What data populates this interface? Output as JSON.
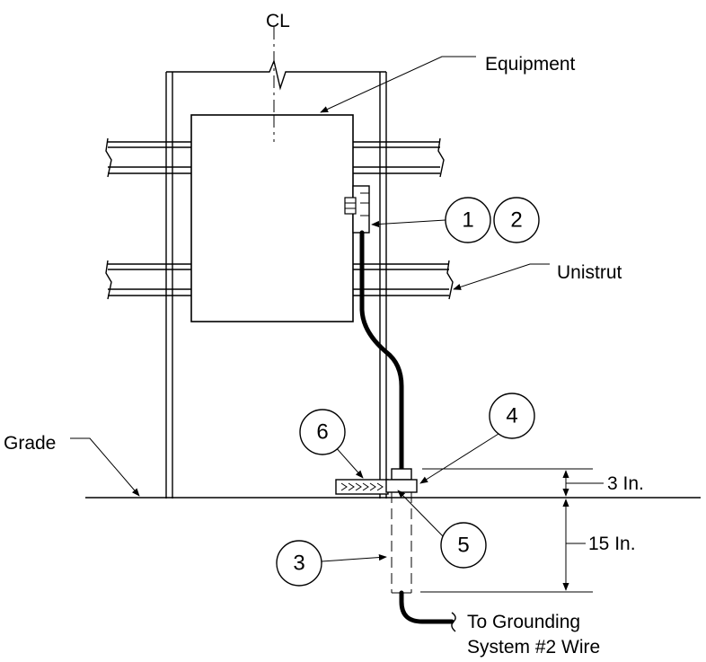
{
  "diagram": {
    "centerline_symbol": "CL",
    "labels": {
      "equipment": "Equipment",
      "unistrut": "Unistrut",
      "grade": "Grade",
      "to_grounding_line1": "To Grounding",
      "to_grounding_line2": "System #2 Wire"
    },
    "dimensions": {
      "above_grade": "3 In.",
      "below_grade": "15 In."
    },
    "callouts": [
      {
        "id": "callout-1",
        "text": "1"
      },
      {
        "id": "callout-2",
        "text": "2"
      },
      {
        "id": "callout-3",
        "text": "3"
      },
      {
        "id": "callout-4",
        "text": "4"
      },
      {
        "id": "callout-5",
        "text": "5"
      },
      {
        "id": "callout-6",
        "text": "6"
      }
    ]
  }
}
